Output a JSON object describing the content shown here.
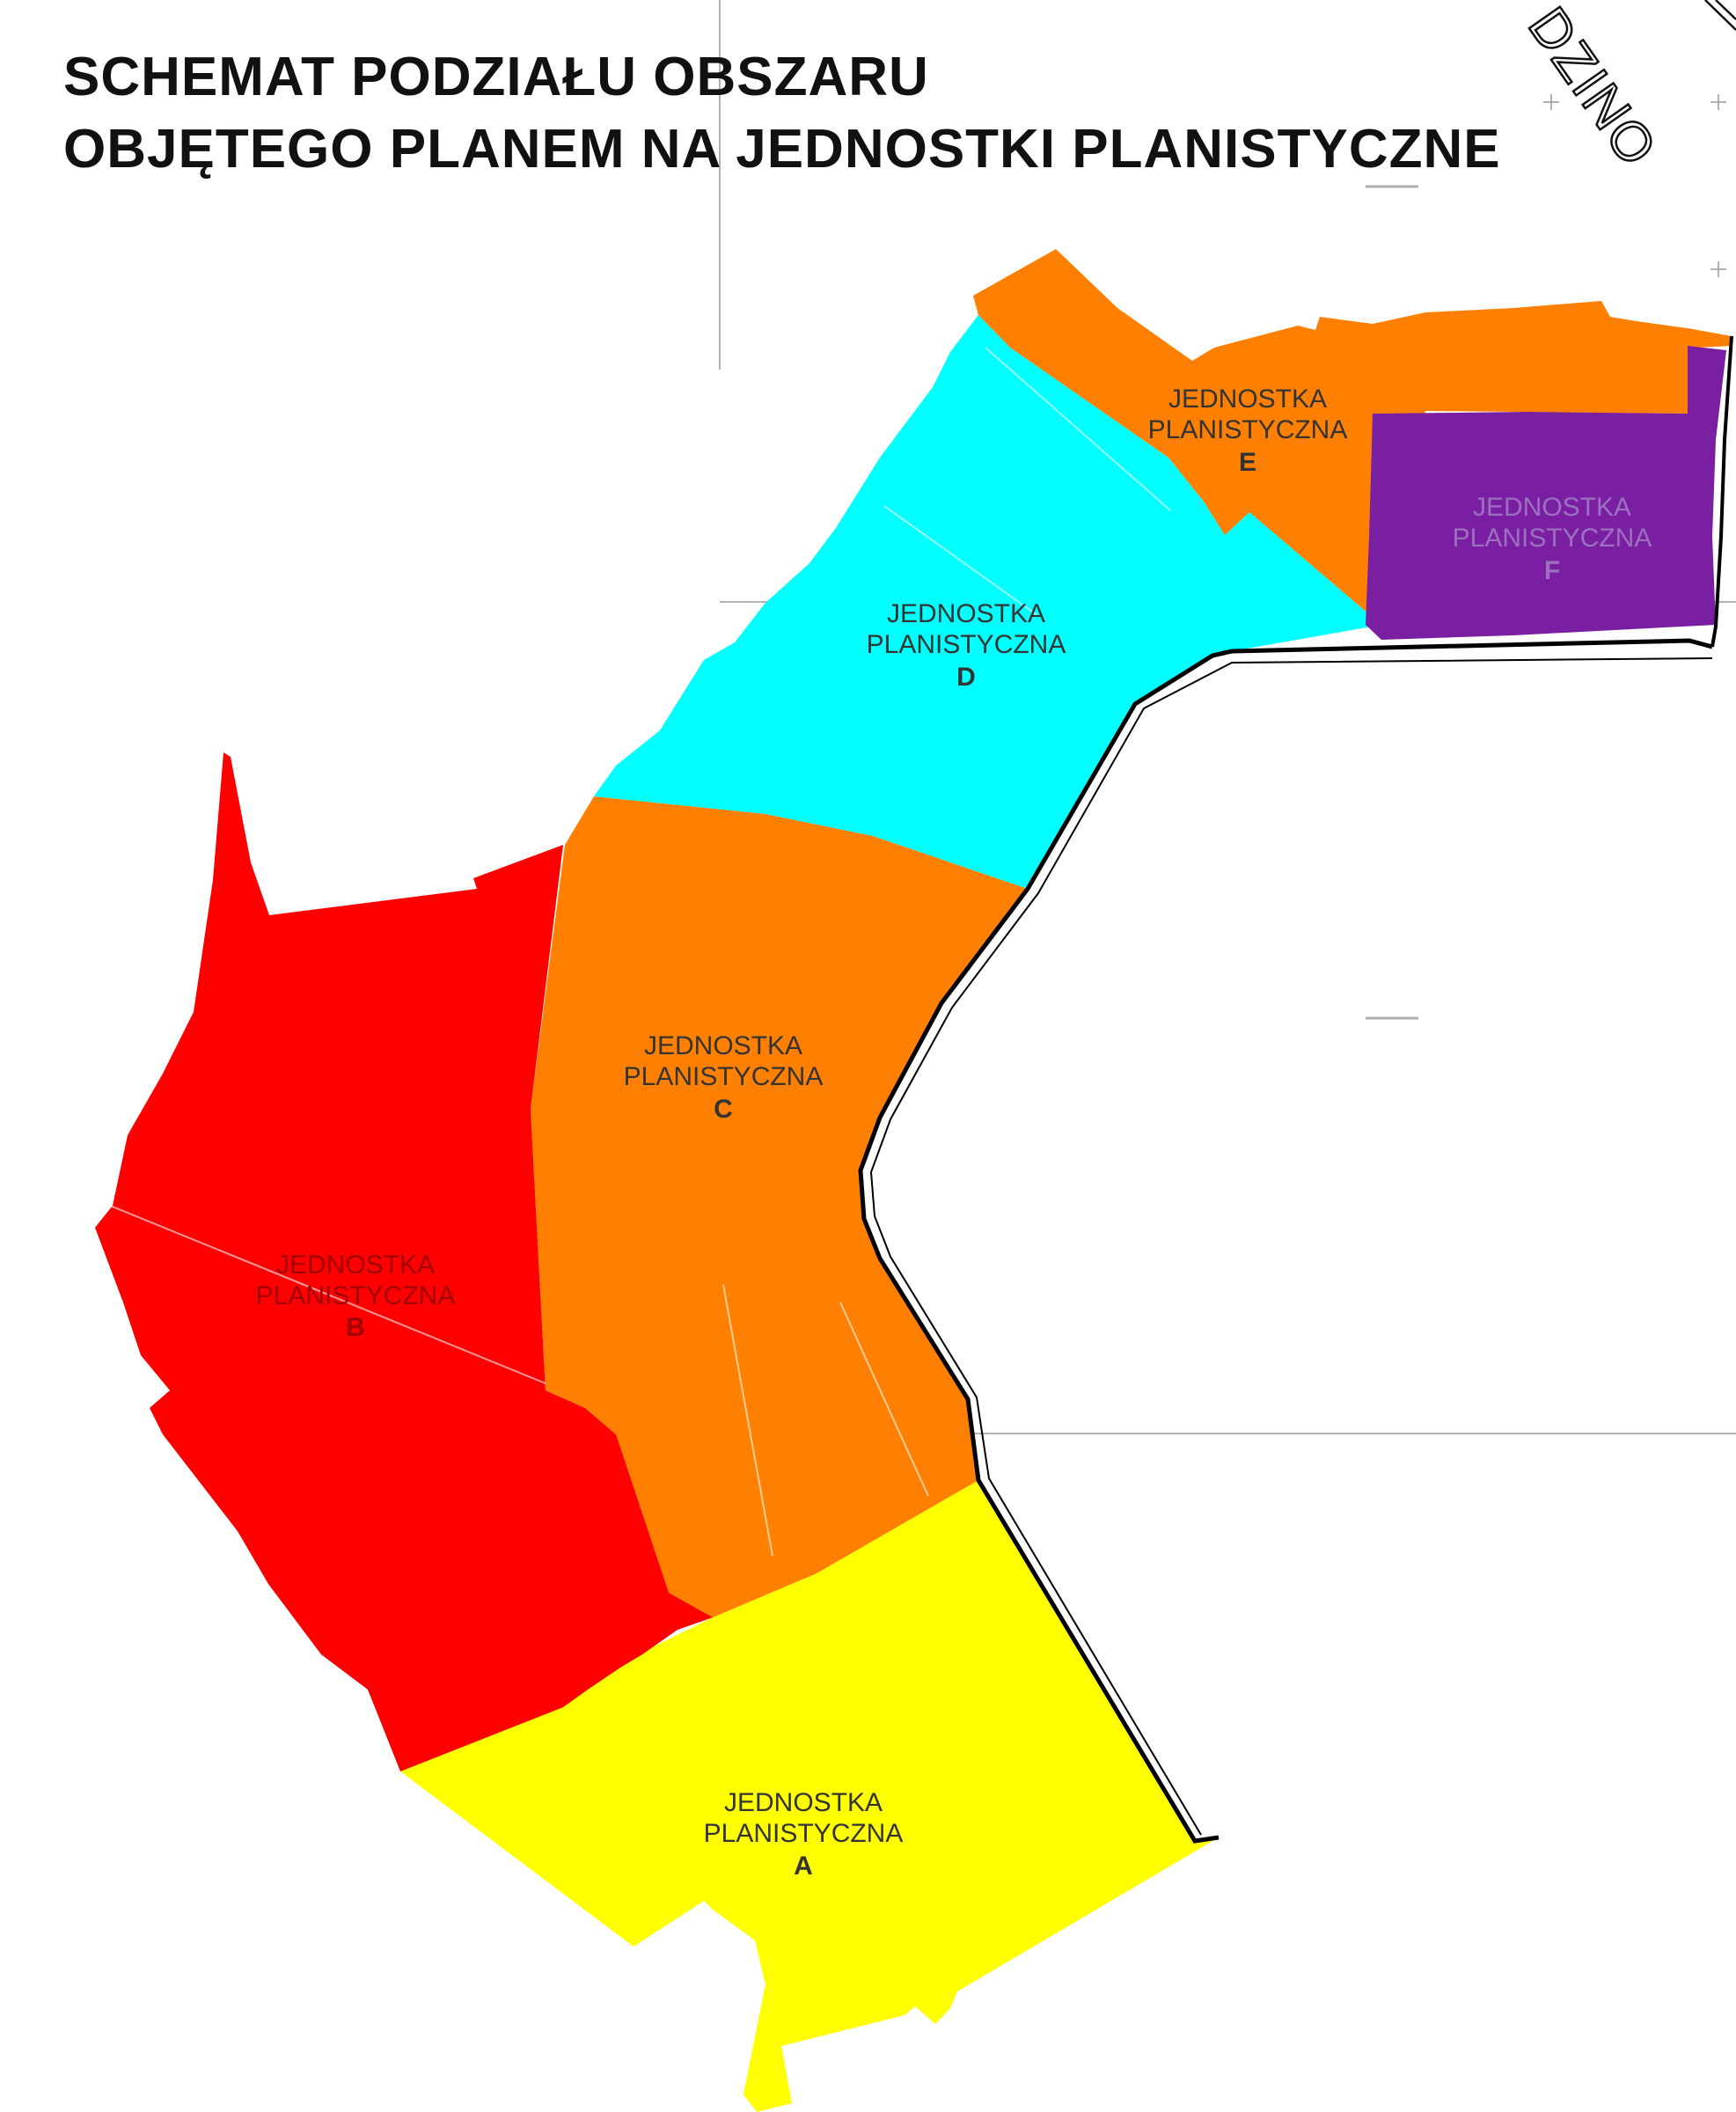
{
  "title": {
    "line1": "SCHEMAT PODZIAŁU OBSZARU",
    "line2": "OBJĘTEGO PLANEM NA JEDNOSTKI PLANISTYCZNE"
  },
  "corner_label": "DZINO",
  "units": [
    {
      "id": "A",
      "line1": "JEDNOSTKA",
      "line2": "PLANISTYCZNA",
      "letter": "A",
      "color": "#ffff00"
    },
    {
      "id": "B",
      "line1": "JEDNOSTKA",
      "line2": "PLANISTYCZNA",
      "letter": "B",
      "color": "#ff0000"
    },
    {
      "id": "C",
      "line1": "JEDNOSTKA",
      "line2": "PLANISTYCZNA",
      "letter": "C",
      "color": "#ff8000"
    },
    {
      "id": "D",
      "line1": "JEDNOSTKA",
      "line2": "PLANISTYCZNA",
      "letter": "D",
      "color": "#00ffff"
    },
    {
      "id": "E",
      "line1": "JEDNOSTKA",
      "line2": "PLANISTYCZNA",
      "letter": "E",
      "color": "#ff8000"
    },
    {
      "id": "F",
      "line1": "JEDNOSTKA",
      "line2": "PLANISTYCZNA",
      "letter": "F",
      "color": "#7b1fa2"
    }
  ],
  "colors": {
    "boundary": "#000000",
    "grid": "#9a9a9a",
    "label_text": "#333333"
  }
}
